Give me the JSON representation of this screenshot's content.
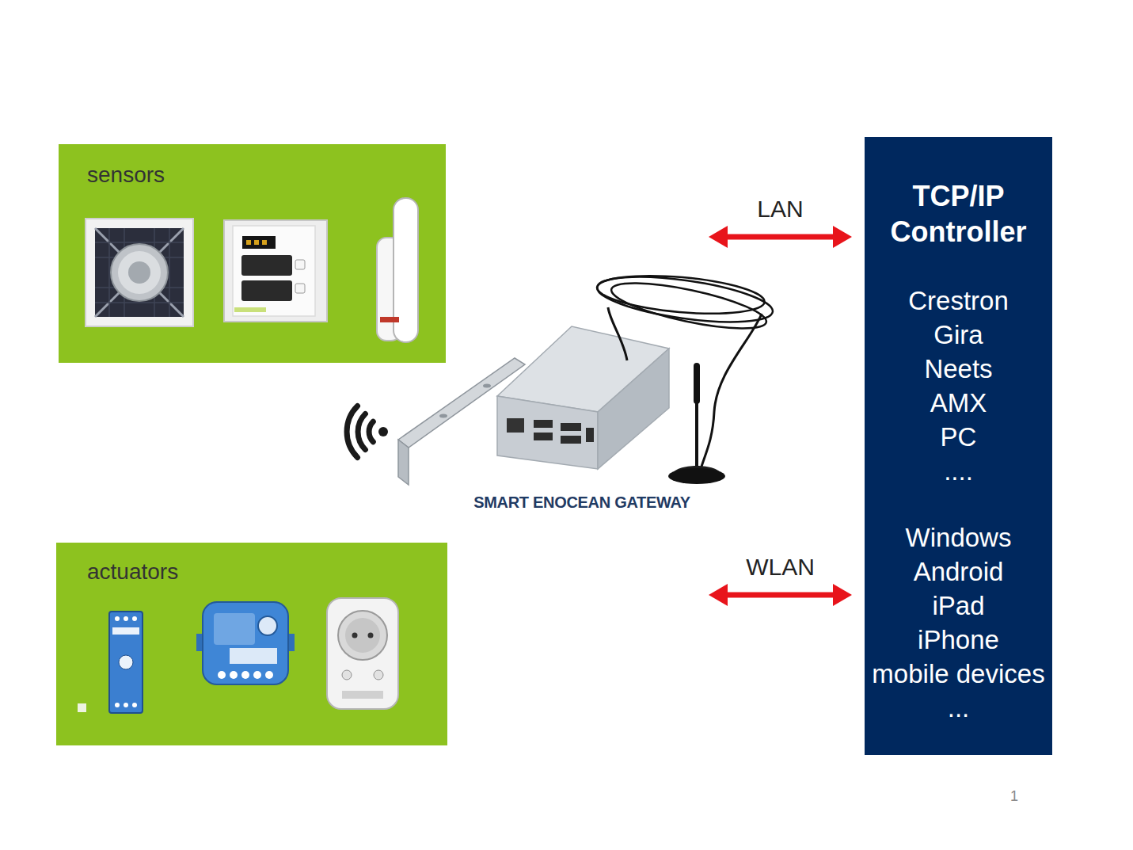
{
  "diagram": {
    "nodes": [
      {
        "text": [
          "sensors"
        ]
      },
      {
        "text": [
          "SMART ENOCEAN GATEWAY"
        ]
      },
      {
        "text": [
          "actuators"
        ]
      },
      {
        "text": [
          "TCP/IP Controller",
          "Crestron",
          "Gira",
          "Neets",
          "AMX",
          "PC",
          "....",
          "Windows",
          "Android",
          "iPad",
          "iPhone",
          "mobile devices",
          "..."
        ]
      }
    ],
    "edges": [
      {
        "from": 1,
        "to": 3,
        "label": "LAN",
        "arrow": "both"
      },
      {
        "from": 1,
        "to": 3,
        "label": "WLAN",
        "arrow": "both"
      }
    ],
    "labels": [
      "1"
    ]
  }
}
